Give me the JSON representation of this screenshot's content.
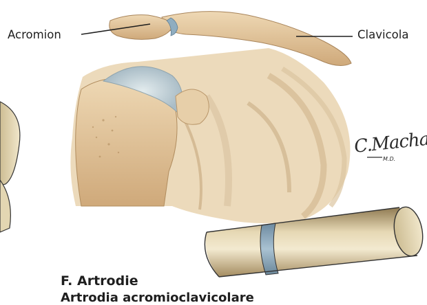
{
  "labels": {
    "acromion": "Acromion",
    "clavicola": "Clavicola"
  },
  "section": {
    "title": "F. Artrodie",
    "caption": "Artrodia acromioclavicolare"
  },
  "signature": {
    "name": "C.Machado",
    "degree": "M.D."
  },
  "colors": {
    "bone": "#e4c9a0",
    "bone_shadow": "#c9a676",
    "cartilage": "#b9cdd6",
    "joint_disc": "#7b98ac",
    "cylinder_light": "#efe4c6",
    "cylinder_dark": "#9c8458"
  }
}
